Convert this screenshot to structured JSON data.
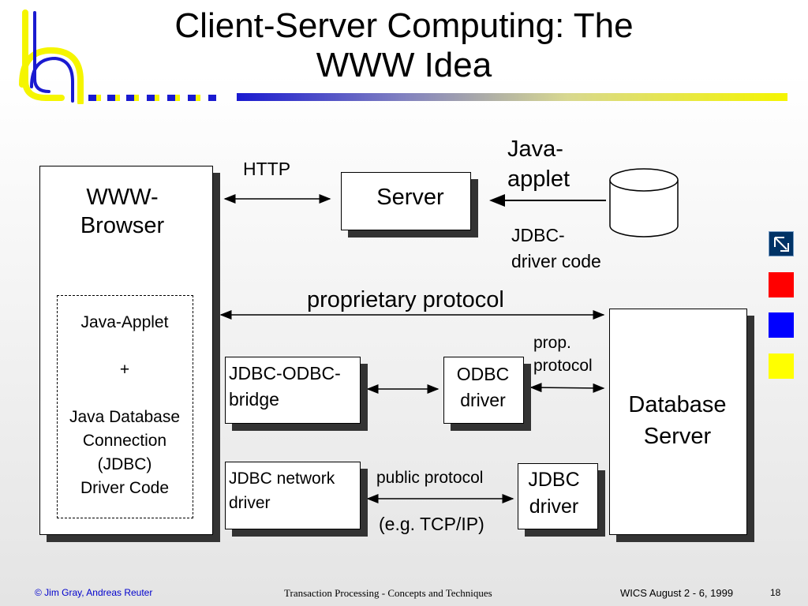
{
  "slide": {
    "title": "Client-Server Computing: The\nWWW Idea"
  },
  "diagram": {
    "browser": "WWW-\nBrowser",
    "applet_box": "Java-Applet\n\n+\n\nJava Database\nConnection\n(JDBC)\nDriver Code",
    "http": "HTTP",
    "server": "Server",
    "java_applet": "Java-\napplet",
    "jdbc_driver_code": "JDBC-\ndriver code",
    "proprietary_protocol": "proprietary protocol",
    "prop_protocol": "prop.\nprotocol",
    "jdbc_odbc_bridge": "JDBC-ODBC-\nbridge",
    "odbc_driver": "ODBC\ndriver",
    "database_server": "Database\nServer",
    "jdbc_network_driver": "JDBC network\ndriver",
    "public_protocol": "public protocol",
    "jdbc_driver": "JDBC\ndriver",
    "tcp_ip": "(e.g. TCP/IP)"
  },
  "footer": {
    "copyright": "© Jim Gray, Andreas Reuter",
    "course": "Transaction Processing - Concepts and Techniques",
    "event": "WICS August 2 - 6, 1999",
    "page": "18"
  },
  "colors": {
    "accent_blue": "#1a1ad0",
    "accent_yellow": "#f5f500",
    "footer_blue": "#0000cc",
    "nav_red": "#ff0000",
    "nav_blue": "#0000ff",
    "nav_yellow": "#ffff00",
    "nav_navy": "#003366"
  },
  "nav_icons": [
    "pointer-arrow-icon",
    "red-square-icon",
    "blue-square-icon",
    "yellow-square-icon"
  ]
}
